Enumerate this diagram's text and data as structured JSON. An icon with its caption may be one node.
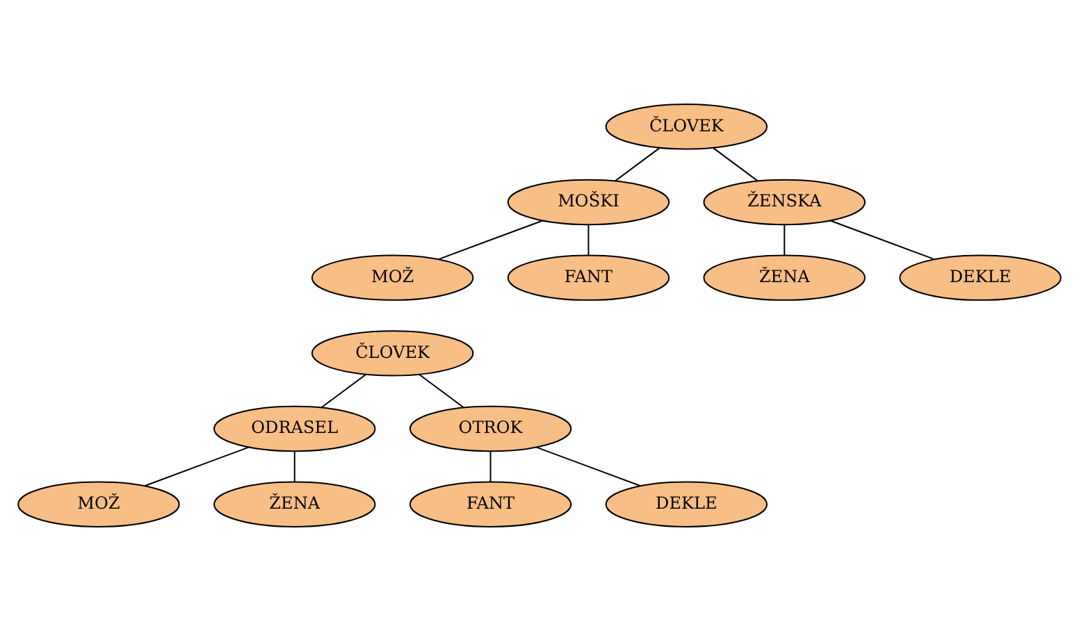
{
  "diagram": {
    "nodes": [
      {
        "text": [
          "ČLOVEK"
        ]
      },
      {
        "text": [
          "MOŠKI"
        ]
      },
      {
        "text": [
          "ŽENSKA"
        ]
      },
      {
        "text": [
          "MOŽ"
        ]
      },
      {
        "text": [
          "FANT"
        ]
      },
      {
        "text": [
          "ŽENA"
        ]
      },
      {
        "text": [
          "DEKLE"
        ]
      },
      {
        "text": [
          "ČLOVEK"
        ]
      },
      {
        "text": [
          "ODRASEL"
        ]
      },
      {
        "text": [
          "OTROK"
        ]
      },
      {
        "text": [
          "MOŽ"
        ]
      },
      {
        "text": [
          "ŽENA"
        ]
      },
      {
        "text": [
          "FANT"
        ]
      },
      {
        "text": [
          "DEKLE"
        ]
      }
    ],
    "edges": [
      {
        "from": 0,
        "to": 1,
        "arrow": "none"
      },
      {
        "from": 0,
        "to": 2,
        "arrow": "none"
      },
      {
        "from": 1,
        "to": 3,
        "arrow": "none"
      },
      {
        "from": 1,
        "to": 4,
        "arrow": "none"
      },
      {
        "from": 2,
        "to": 5,
        "arrow": "none"
      },
      {
        "from": 2,
        "to": 6,
        "arrow": "none"
      },
      {
        "from": 7,
        "to": 8,
        "arrow": "none"
      },
      {
        "from": 7,
        "to": 9,
        "arrow": "none"
      },
      {
        "from": 8,
        "to": 10,
        "arrow": "none"
      },
      {
        "from": 8,
        "to": 11,
        "arrow": "none"
      },
      {
        "from": 9,
        "to": 12,
        "arrow": "none"
      },
      {
        "from": 9,
        "to": 13,
        "arrow": "none"
      }
    ]
  }
}
